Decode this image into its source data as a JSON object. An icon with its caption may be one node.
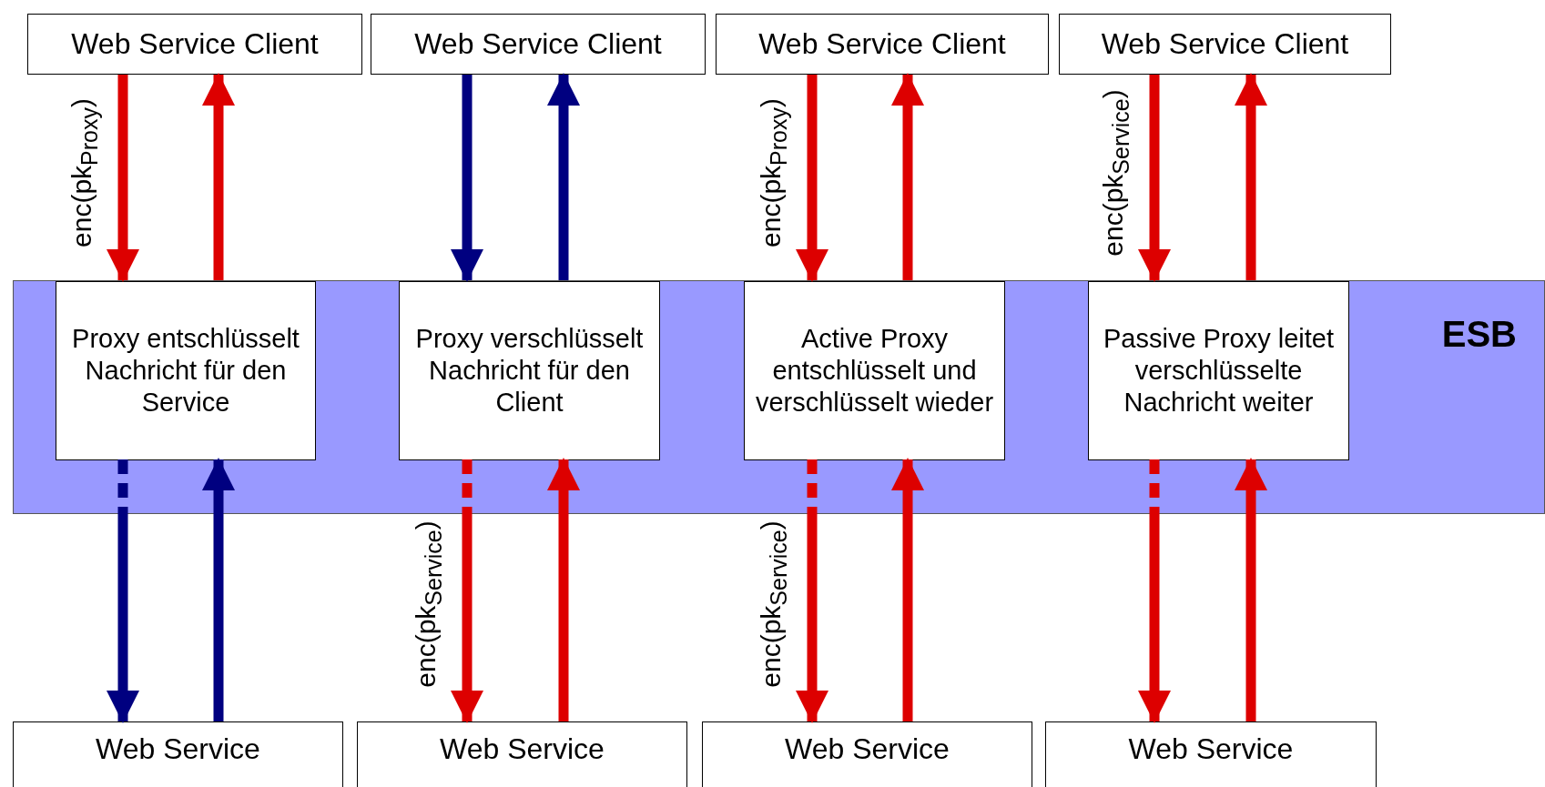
{
  "diagram": {
    "nodes": [
      {
        "text": [
          "Web Service Client"
        ]
      },
      {
        "text": [
          "Web Service Client"
        ]
      },
      {
        "text": [
          "Web Service Client"
        ]
      },
      {
        "text": [
          "Web Service Client"
        ]
      },
      {
        "text": [
          "ESB"
        ]
      },
      {
        "text": [
          "Proxy entschlüsselt Nachricht für den Service"
        ],
        "in": 4
      },
      {
        "text": [
          "Proxy verschlüsselt Nachricht für den Client"
        ],
        "in": 4
      },
      {
        "text": [
          "Active Proxy entschlüsselt und verschlüsselt wieder"
        ],
        "in": 4
      },
      {
        "text": [
          "Passive Proxy leitet verschlüsselte Nachricht weiter"
        ],
        "in": 4
      },
      {
        "text": [
          "Web Service"
        ]
      },
      {
        "text": [
          "Web Service"
        ]
      },
      {
        "text": [
          "Web Service"
        ]
      },
      {
        "text": [
          "Web Service"
        ]
      }
    ],
    "edges": [
      {
        "from": 0,
        "to": 5,
        "arrow": "to",
        "label": "enc(pk$_{Proxy}$)"
      },
      {
        "from": 5,
        "to": 0,
        "arrow": "to"
      },
      {
        "from": 5,
        "to": 9,
        "arrow": "to",
        "style": "dashed",
        "color": "#000080"
      },
      {
        "from": 9,
        "to": 5,
        "arrow": "to",
        "color": "#000080"
      },
      {
        "from": 1,
        "to": 6,
        "arrow": "to",
        "color": "#000080"
      },
      {
        "from": 6,
        "to": 1,
        "arrow": "to",
        "color": "#000080"
      },
      {
        "from": 6,
        "to": 10,
        "arrow": "to",
        "style": "dashed",
        "label": "enc(pk$_{Service}$)"
      },
      {
        "from": 10,
        "to": 6,
        "arrow": "to"
      },
      {
        "from": 2,
        "to": 7,
        "arrow": "to",
        "label": "enc(pk$_{Proxy}$)"
      },
      {
        "from": 7,
        "to": 2,
        "arrow": "to"
      },
      {
        "from": 7,
        "to": 11,
        "arrow": "to",
        "style": "dashed",
        "label": "enc(pk$_{Service}$)"
      },
      {
        "from": 11,
        "to": 7,
        "arrow": "to"
      },
      {
        "from": 3,
        "to": 8,
        "arrow": "to",
        "label": "enc(pk$_{Service}$)"
      },
      {
        "from": 8,
        "to": 3,
        "arrow": "to"
      },
      {
        "from": 8,
        "to": 12,
        "arrow": "to",
        "style": "dashed"
      },
      {
        "from": 12,
        "to": 8,
        "arrow": "to"
      }
    ]
  }
}
